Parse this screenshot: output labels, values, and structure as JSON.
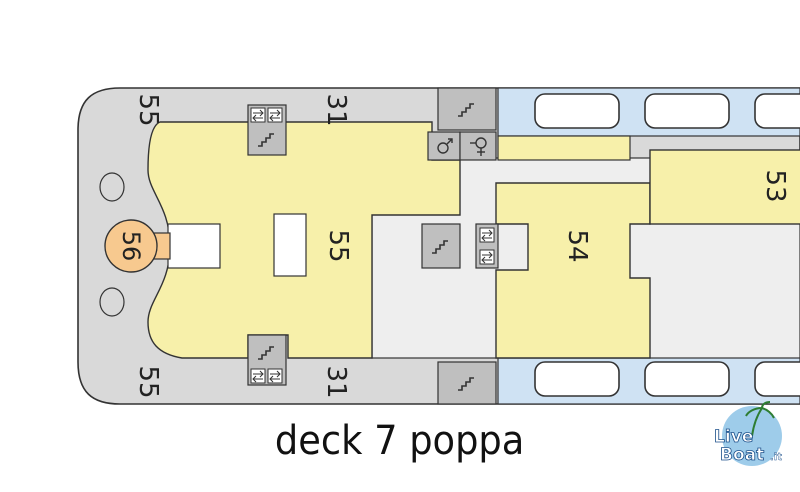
{
  "caption": "deck 7 poppa",
  "areas": {
    "a56": "56",
    "a55_main": "55",
    "a55_top_corner": "55",
    "a55_bottom_corner": "55",
    "a31_top": "31",
    "a31_bottom": "31",
    "a54": "54",
    "a53": "53"
  },
  "logo": {
    "word1": "Live",
    "word2": "Boat",
    "suffix": ".it"
  },
  "colors": {
    "hull_gray": "#d9d9d9",
    "public_yellow": "#f7f0aa",
    "service_gray": "#eeeeee",
    "lifeboat_blue": "#cfe2f3",
    "stair_gray": "#bfbfbf",
    "area56_orange": "#f7c98f",
    "stroke": "#333333"
  },
  "icons": [
    "staircase-icon",
    "elevator-icon",
    "male-restroom-icon",
    "female-restroom-icon"
  ]
}
